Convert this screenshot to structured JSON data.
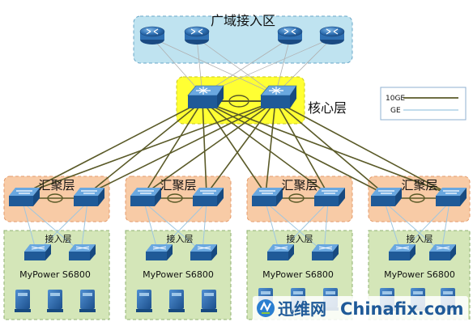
{
  "wan": {
    "label": "广域接入区"
  },
  "core": {
    "label": "核心层"
  },
  "legend": {
    "ten_ge": "10GE",
    "ge": "GE"
  },
  "aggregation": [
    {
      "label": "汇聚层",
      "access_label": "接入层",
      "model": "MyPower S6800"
    },
    {
      "label": "汇聚层",
      "access_label": "接入层",
      "model": "MyPower S6800"
    },
    {
      "label": "汇聚层",
      "access_label": "接入层",
      "model": "MyPower S6800"
    },
    {
      "label": "汇聚层",
      "access_label": "接入层",
      "model": "MyPower S6800"
    }
  ],
  "watermark": {
    "brand_cn": "迅维网",
    "brand_en": "Chinafix.com"
  },
  "colors": {
    "wan_fill": "#bfe3f0",
    "core_fill": "#ffff33",
    "agg_fill": "#f8cba6",
    "access_fill": "#d4e6b8",
    "ten_ge_line": "#5a5a28",
    "ge_line": "#9ec6e0",
    "device_blue": "#3a7fc4",
    "device_dark": "#1f5a98"
  }
}
